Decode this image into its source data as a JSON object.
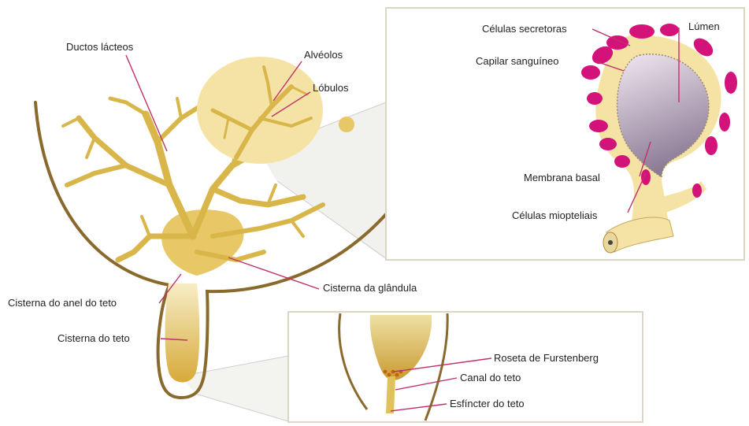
{
  "labels": {
    "ductos_lacteos": "Ductos lácteos",
    "alveolos": "Alvéolos",
    "lobulos": "Lóbulos",
    "celulas_secretoras": "Células secretoras",
    "lumen": "Lúmen",
    "capilar_sanguineo": "Capilar sanguíneo",
    "membrana_basal": "Membrana basal",
    "celulas_miopteliais": "Células miopteliais",
    "cisterna_glandula": "Cisterna da glândula",
    "cisterna_anel_teto": "Cisterna do anel do teto",
    "cisterna_teto": "Cisterna do teto",
    "roseta_furstenberg": "Roseta de Furstenberg",
    "canal_teto": "Canal do teto",
    "esfincter_teto": "Esfíncter do teto"
  },
  "colors": {
    "gland_fill": "#f5e3a6",
    "duct": "#d9b64a",
    "outline": "#8a6a2c",
    "pointer": "#c0306a",
    "cells": "#d4137a",
    "lumen": "#e9dced",
    "panel_border": "#dcd6c4"
  }
}
